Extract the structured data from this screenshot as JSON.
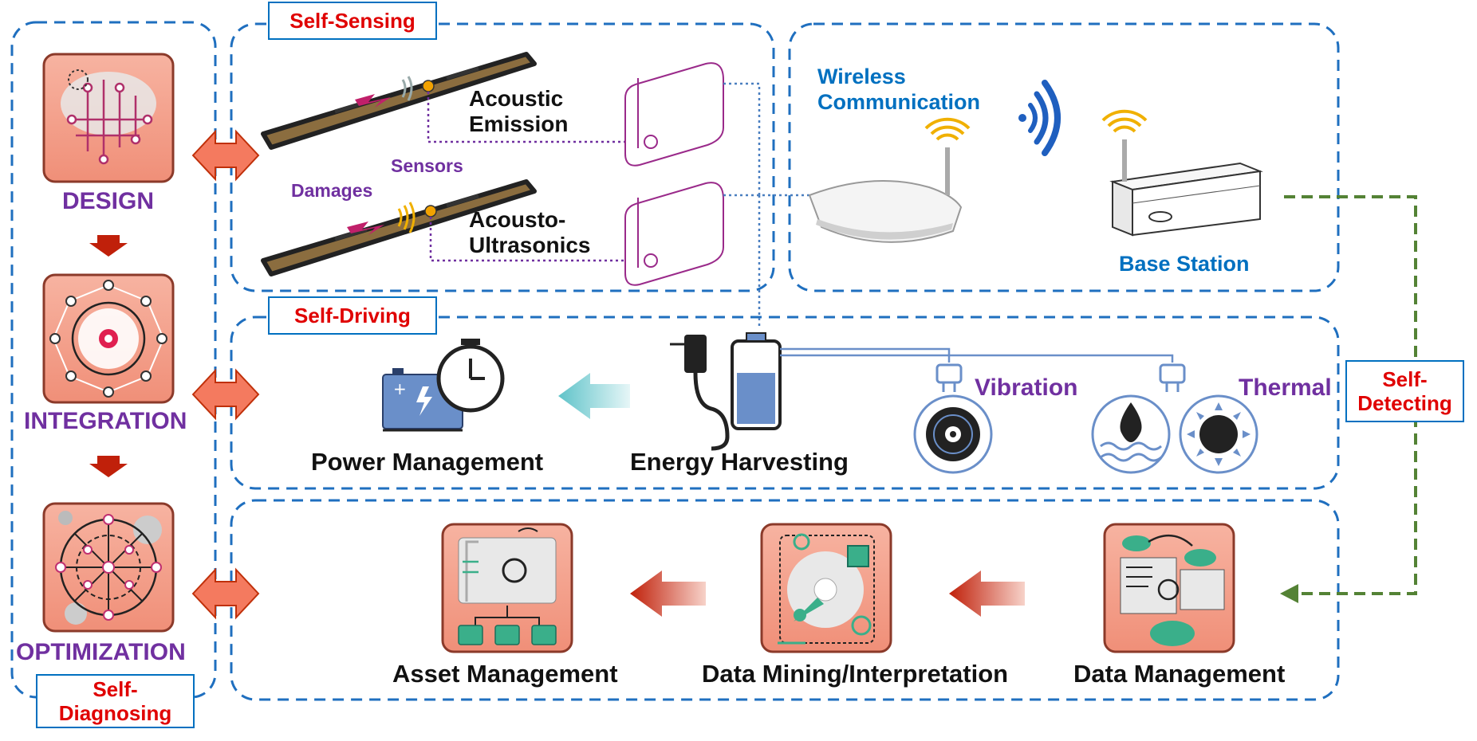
{
  "self_diagnosing": {
    "tag": [
      "Self-",
      "Diagnosing"
    ],
    "stages": [
      "DESIGN",
      "INTEGRATION",
      "OPTIMIZATION"
    ]
  },
  "self_sensing": {
    "tag": "Self-Sensing",
    "damages": "Damages",
    "sensors": "Sensors",
    "acoustic_emission": [
      "Acoustic",
      "Emission"
    ],
    "acousto_ultrasonics": [
      "Acousto-",
      "Ultrasonics"
    ]
  },
  "communication": {
    "wireless": [
      "Wireless",
      "Communication"
    ],
    "base_station": "Base Station"
  },
  "self_driving": {
    "tag": "Self-Driving",
    "power_management": "Power Management",
    "energy_harvesting": "Energy Harvesting",
    "vibration": "Vibration",
    "thermal": "Thermal"
  },
  "self_detecting": {
    "tag": [
      "Self-",
      "Detecting"
    ]
  },
  "data_flow": {
    "asset_management": "Asset Management",
    "data_mining": "Data Mining/Interpretation",
    "data_management": "Data Management"
  },
  "colors": {
    "dash_blue": "#1f6fbf",
    "salmon": "#f4a38f",
    "dark_red": "#c0200a",
    "purple": "#7030a0",
    "green_dash": "#548235"
  }
}
